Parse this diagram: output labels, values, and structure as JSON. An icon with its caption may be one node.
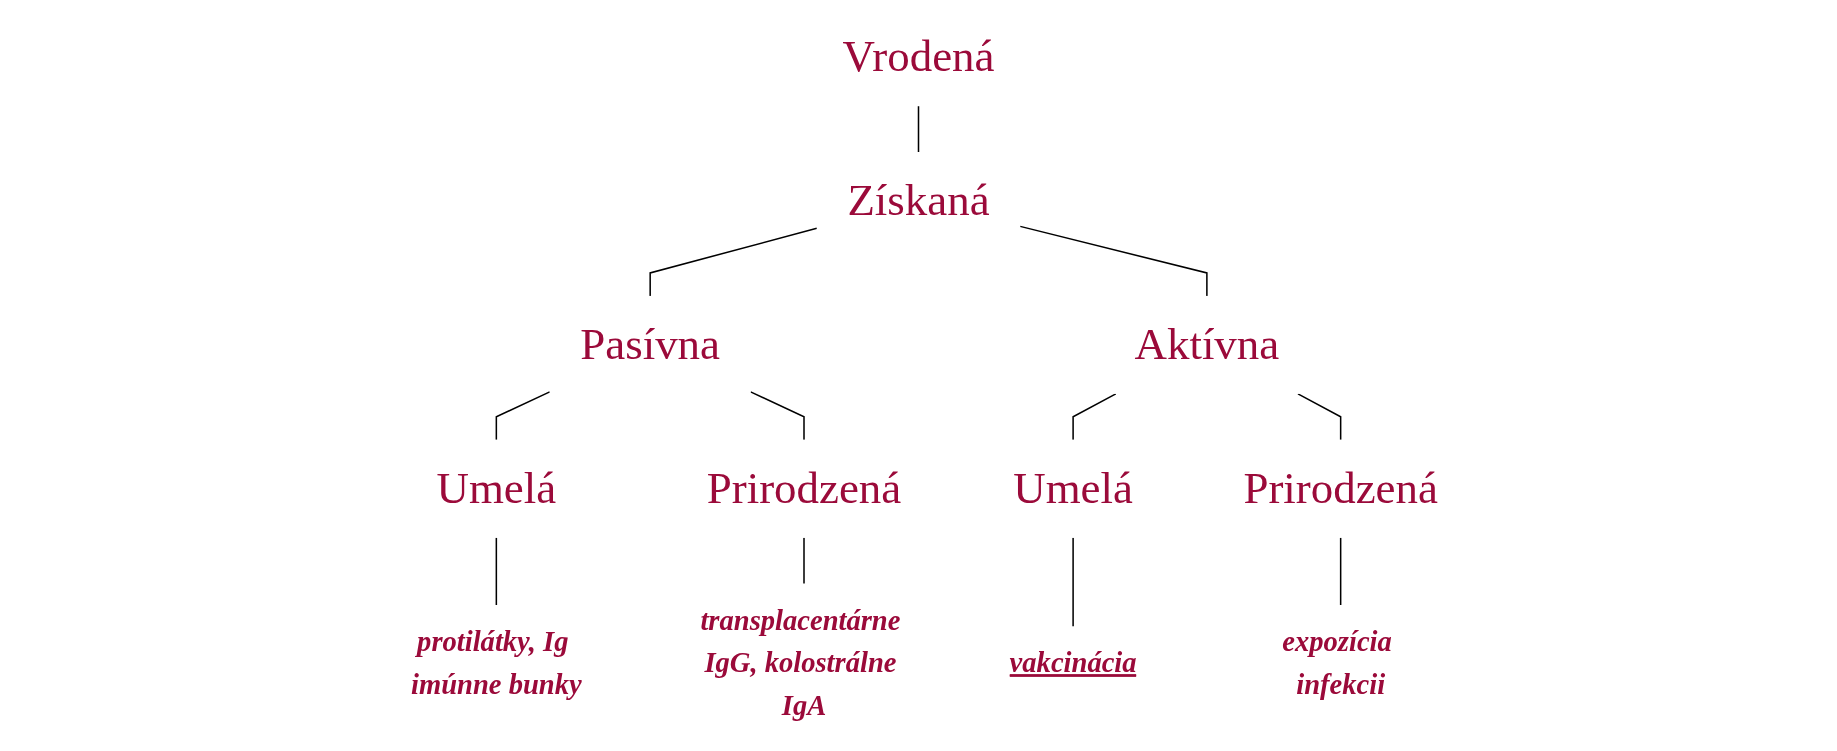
{
  "diagram": {
    "nodes": [
      {
        "text": [
          "Vrodená"
        ]
      },
      {
        "text": [
          "Získaná"
        ]
      },
      {
        "text": [
          "Pasívna"
        ]
      },
      {
        "text": [
          "Aktívna"
        ]
      },
      {
        "text": [
          "Umelá"
        ]
      },
      {
        "text": [
          "Prirodzená"
        ]
      },
      {
        "text": [
          "Umelá"
        ]
      },
      {
        "text": [
          "Prirodzená"
        ]
      },
      {
        "text": [
          "protilátky, Ig imúnne bunky"
        ]
      },
      {
        "text": [
          "transplacentárne IgG, kolostrálne IgA"
        ]
      },
      {
        "text": [
          "vakcinácia"
        ]
      },
      {
        "text": [
          "expozícia infekcii"
        ]
      }
    ],
    "edges": [
      {
        "from": 0,
        "to": 1,
        "arrow": "none"
      },
      {
        "from": 1,
        "to": 2,
        "arrow": "none"
      },
      {
        "from": 1,
        "to": 3,
        "arrow": "none"
      },
      {
        "from": 2,
        "to": 4,
        "arrow": "none"
      },
      {
        "from": 2,
        "to": 5,
        "arrow": "none"
      },
      {
        "from": 3,
        "to": 6,
        "arrow": "none"
      },
      {
        "from": 3,
        "to": 7,
        "arrow": "none"
      },
      {
        "from": 4,
        "to": 8,
        "arrow": "none"
      },
      {
        "from": 5,
        "to": 9,
        "arrow": "none"
      },
      {
        "from": 6,
        "to": 10,
        "arrow": "none"
      },
      {
        "from": 7,
        "to": 11,
        "arrow": "none"
      }
    ]
  }
}
